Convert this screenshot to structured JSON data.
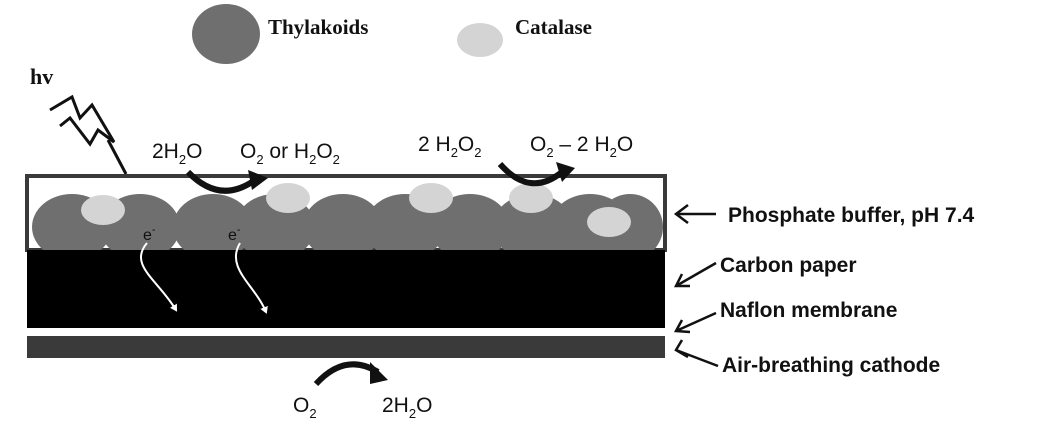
{
  "legend": {
    "thylakoids_label": "Thylakoids",
    "catalase_label": "Catalase"
  },
  "light": {
    "label": "hv"
  },
  "reactions": {
    "anode_left": {
      "reactant": "2H",
      "reactant_sub": "2",
      "reactant_tail": "O",
      "product": "O",
      "product_sub": "2",
      "product_mid": " or H",
      "product_sub2": "2",
      "product_mid2": "O",
      "product_sub3": "2"
    },
    "catalase": {
      "reactant": "2 H",
      "reactant_sub": "2",
      "reactant_mid": "O",
      "reactant_sub2": "2",
      "product": "O",
      "product_sub": "2",
      "product_mid": " – 2 H",
      "product_sub2": "2",
      "product_tail": "O"
    },
    "cathode": {
      "reactant": "O",
      "reactant_sub": "2",
      "product": "2H",
      "product_sub": "2",
      "product_tail": "O"
    }
  },
  "electron_label": "e",
  "electron_sup": "-",
  "layers": {
    "buffer": "Phosphate buffer, pH 7.4",
    "carbon": "Carbon paper",
    "nafion": "Naflon membrane",
    "cathode": "Air-breathing cathode"
  },
  "colors": {
    "thylakoid": "#6f6f6f",
    "catalase": "#d4d4d4",
    "carbon_paper": "#000000",
    "cathode": "#3a3a3a"
  }
}
